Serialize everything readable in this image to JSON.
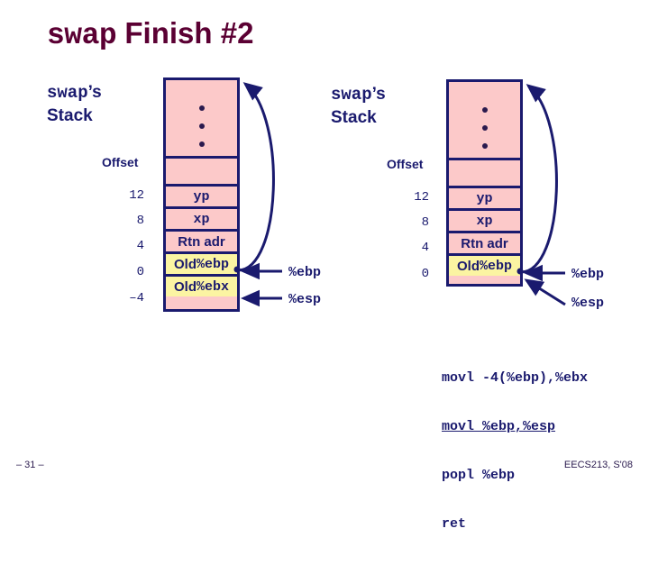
{
  "slide": {
    "title_mono": "swap",
    "title_sans": " Finish #2",
    "colors": {
      "title": "#5B0033",
      "navy": "#1A1A6E",
      "pink_cell": "#FCC9C9",
      "yellow_cell": "#FBF4A2",
      "border": "#1A1A6E"
    }
  },
  "left_diagram": {
    "caption_mono": "swap",
    "caption_apostrophe": "’s",
    "caption_line2": "Stack",
    "offset_header": "Offset",
    "offsets": [
      "12",
      "8",
      "4",
      "0",
      "–4"
    ],
    "rows": [
      {
        "name": "yp",
        "text_mono": "yp",
        "text_sans": "",
        "fill": "pink"
      },
      {
        "name": "xp",
        "text_mono": "xp",
        "text_sans": "",
        "fill": "pink"
      },
      {
        "name": "rtn-adr",
        "text_mono": "",
        "text_sans": "Rtn adr",
        "fill": "pink"
      },
      {
        "name": "old-ebp",
        "text_mono": "%ebp",
        "text_sans": "Old ",
        "fill": "yellow"
      },
      {
        "name": "old-ebx",
        "text_mono": "%ebx",
        "text_sans": "Old ",
        "fill": "yellow"
      }
    ],
    "reg_ebp": "%ebp",
    "reg_esp": "%esp"
  },
  "right_diagram": {
    "caption_mono": "swap",
    "caption_apostrophe": "’s",
    "caption_line2": "Stack",
    "offset_header": "Offset",
    "offsets": [
      "12",
      "8",
      "4",
      "0"
    ],
    "rows": [
      {
        "name": "yp",
        "text_mono": "yp",
        "text_sans": "",
        "fill": "pink"
      },
      {
        "name": "xp",
        "text_mono": "xp",
        "text_sans": "",
        "fill": "pink"
      },
      {
        "name": "rtn-adr",
        "text_mono": "",
        "text_sans": "Rtn adr",
        "fill": "pink"
      },
      {
        "name": "old-ebp",
        "text_mono": "%ebp",
        "text_sans": "Old ",
        "fill": "yellow"
      }
    ],
    "reg_ebp": "%ebp",
    "reg_esp": "%esp"
  },
  "code": {
    "lines": [
      {
        "text": "movl -4(%ebp),%ebx",
        "active": false
      },
      {
        "text": "movl %ebp,%esp",
        "active": true
      },
      {
        "text": "popl %ebp",
        "active": false
      },
      {
        "text": "ret",
        "active": false
      }
    ]
  },
  "footer": {
    "page": "– 31 –",
    "course": "EECS213, S'08"
  }
}
